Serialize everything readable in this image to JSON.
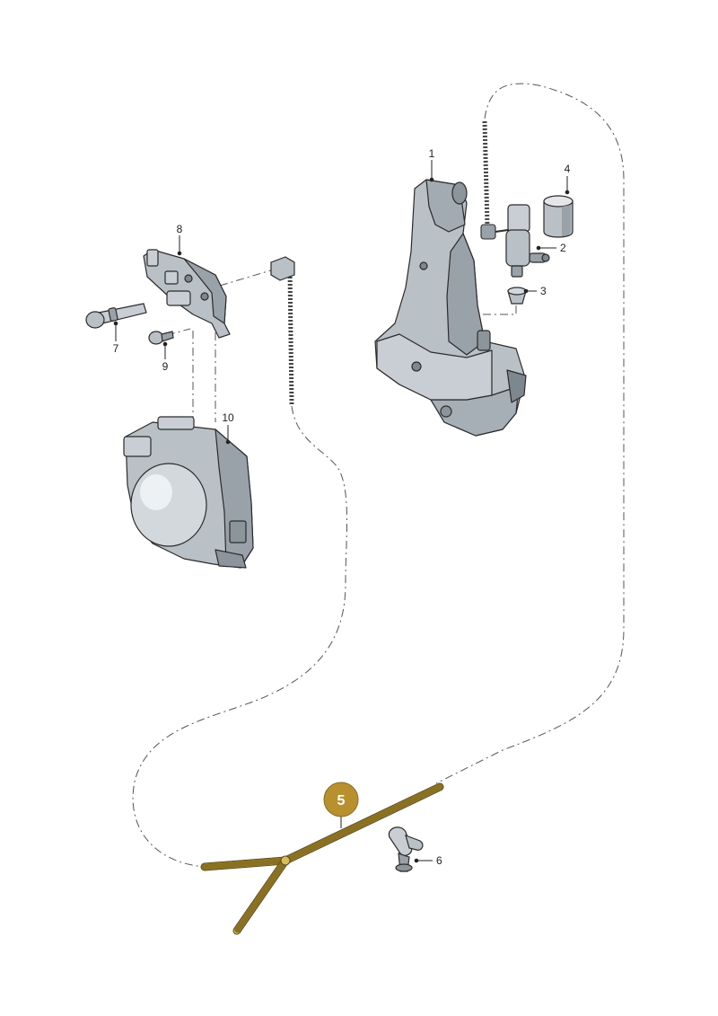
{
  "labels": {
    "p1": "1",
    "p2": "2",
    "p3": "3",
    "p4": "4",
    "p5": "5",
    "p6": "6",
    "p7": "7",
    "p8": "8",
    "p9": "9",
    "p10": "10"
  },
  "colors": {
    "part_fill": "#b9c0c6",
    "part_dark": "#7f878e",
    "part_light": "#e3e7ea",
    "outline": "#2b2b2b",
    "highlight_hose": "#c7a94a",
    "badge": "#b8912e",
    "dashed_line": "#555555"
  }
}
